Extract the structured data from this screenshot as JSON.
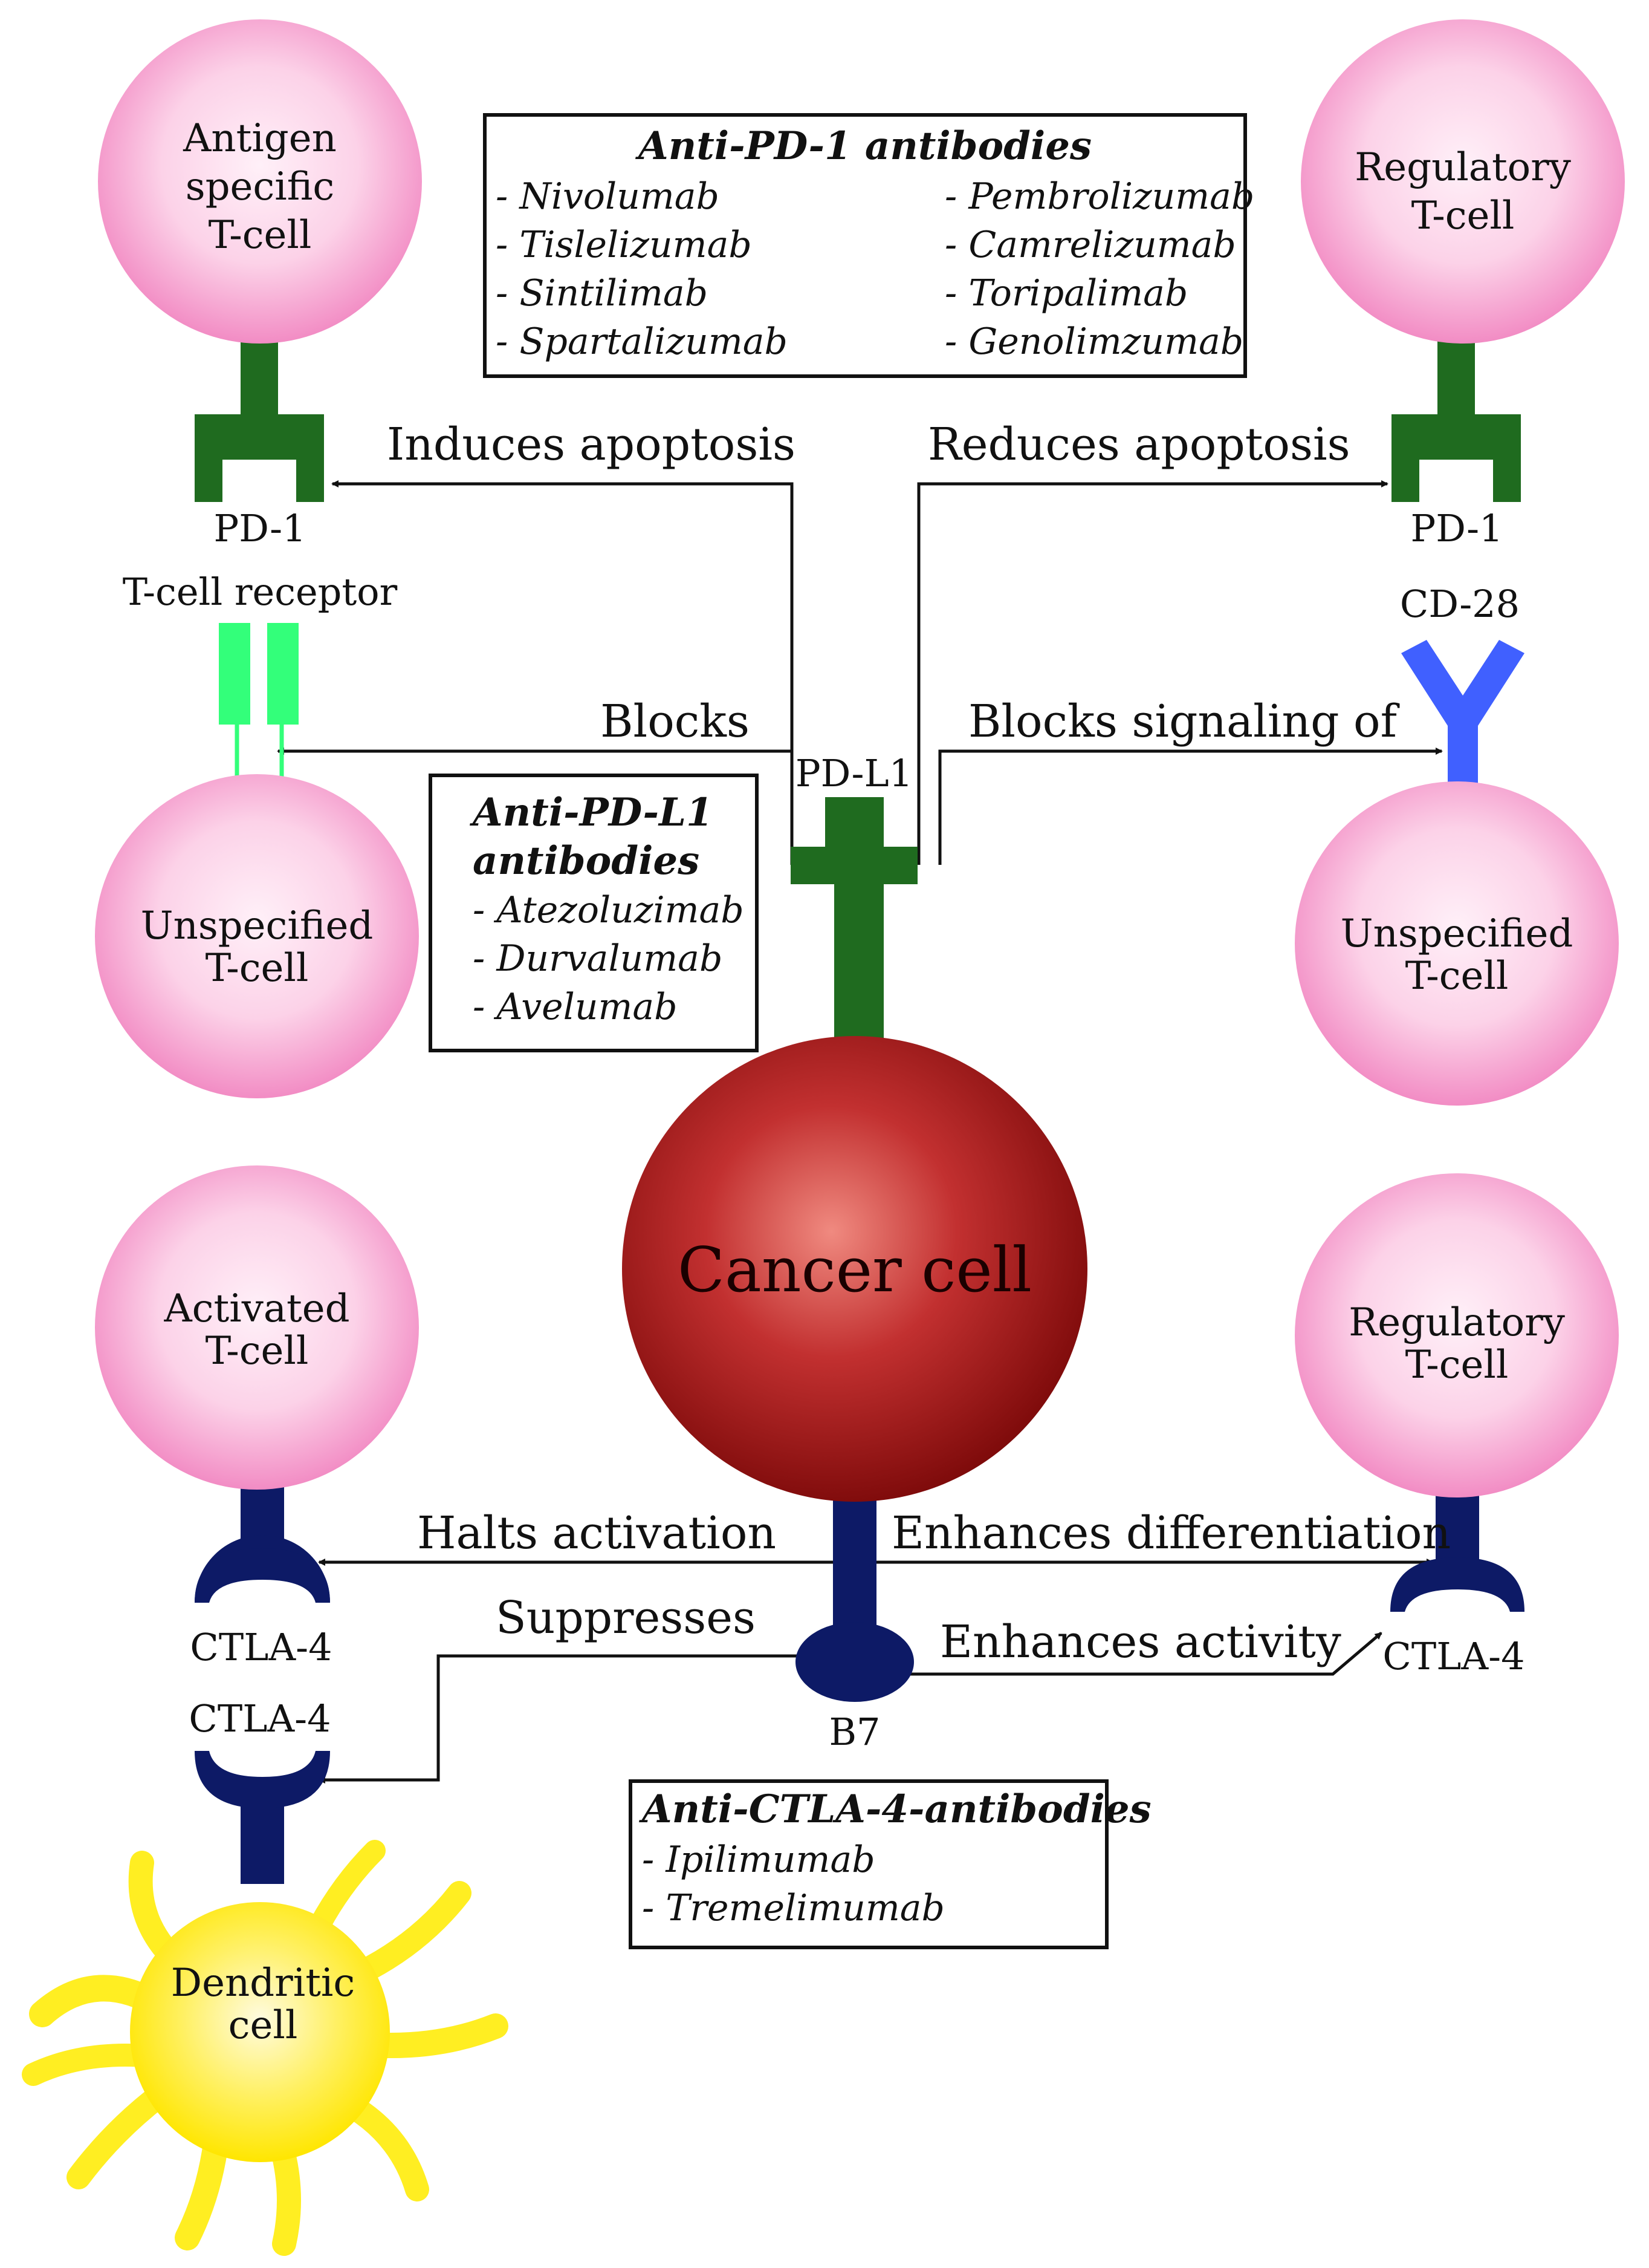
{
  "cells": {
    "antigen_specific": [
      "Antigen",
      "specific",
      "T-cell"
    ],
    "regulatory_top": [
      "Regulatory",
      "T-cell"
    ],
    "unspecified_left": [
      "Unspecified",
      "T-cell"
    ],
    "unspecified_right": [
      "Unspecified",
      "T-cell"
    ],
    "activated": [
      "Activated",
      "T-cell"
    ],
    "regulatory_bottom": [
      "Regulatory",
      "T-cell"
    ],
    "cancer": "Cancer cell",
    "dendritic": [
      "Dendritic",
      "cell"
    ]
  },
  "receptors": {
    "pd1_left": "PD-1",
    "pd1_right": "PD-1",
    "tcr": "T-cell receptor",
    "cd28": "CD-28",
    "pdl1": "PD-L1",
    "ctla4_activated": "CTLA-4",
    "ctla4_dendritic": "CTLA-4",
    "ctla4_regulatory": "CTLA-4",
    "b7": "B7"
  },
  "actions": {
    "induces_apoptosis": "Induces apoptosis",
    "reduces_apoptosis": "Reduces apoptosis",
    "blocks": "Blocks",
    "blocks_signaling": "Blocks signaling of",
    "halts_activation": "Halts activation",
    "enhances_differentiation": "Enhances differentiation",
    "suppresses": "Suppresses",
    "enhances_activity": "Enhances activity"
  },
  "boxes": {
    "anti_pd1": {
      "title": "Anti-PD-1 antibodies",
      "left": [
        "- Nivolumab",
        "- Tislelizumab",
        "- Sintilimab",
        "- Spartalizumab"
      ],
      "right": [
        "- Pembrolizumab",
        "- Camrelizumab",
        "- Toripalimab",
        "- Genolimzumab"
      ]
    },
    "anti_pdl1": {
      "title": [
        "Anti-PD-L1",
        "antibodies"
      ],
      "items": [
        "- Atezoluzimab",
        "- Durvalumab",
        "- Avelumab"
      ]
    },
    "anti_ctla4": {
      "title": "Anti-CTLA-4-antibodies",
      "items": [
        "- Ipilimumab",
        "- Tremelimumab"
      ]
    }
  },
  "colors": {
    "tcell_fill": "#f7a8d2",
    "pd1_green": "#1f6b1f",
    "tcr_green": "#33ff7a",
    "cd28_blue": "#4060ff",
    "ctla_navy": "#0d1a66",
    "cancer_red": "#a01010",
    "dendritic_yellow": "#ffee22"
  }
}
